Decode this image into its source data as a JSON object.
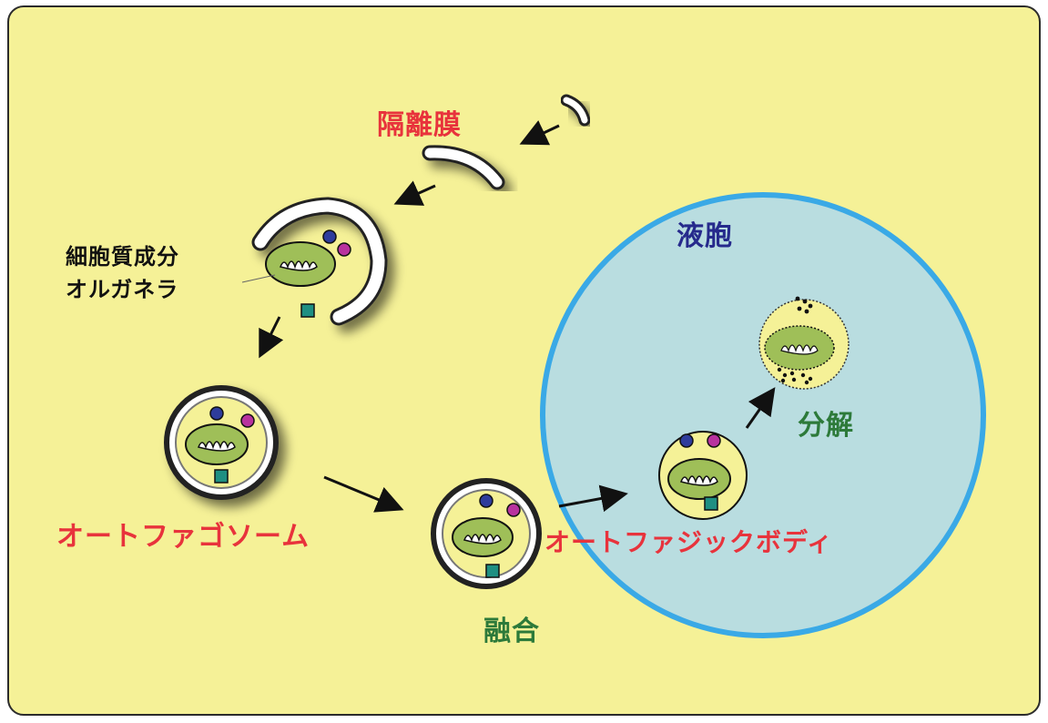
{
  "labels": {
    "isolation_membrane": "隔離膜",
    "cytoplasm_components_1": "細胞質成分",
    "cytoplasm_components_2": "オルガネラ",
    "autophagosome": "オートファゴソーム",
    "fusion": "融合",
    "vacuole": "液胞",
    "autophagic_body": "オートファジックボディ",
    "degradation": "分解"
  },
  "colors": {
    "cell_background": "#f5f197",
    "vacuole_fill": "#b9dde0",
    "vacuole_border": "#3aa9e6",
    "mitochondrion_fill": "#9fbf58",
    "organelle_blue": "#2e3c9c",
    "organelle_magenta": "#b8329e",
    "organelle_teal": "#1f8f82",
    "text_red": "#e8333c",
    "text_green": "#2d7a3a",
    "text_navy": "#262a8c"
  }
}
